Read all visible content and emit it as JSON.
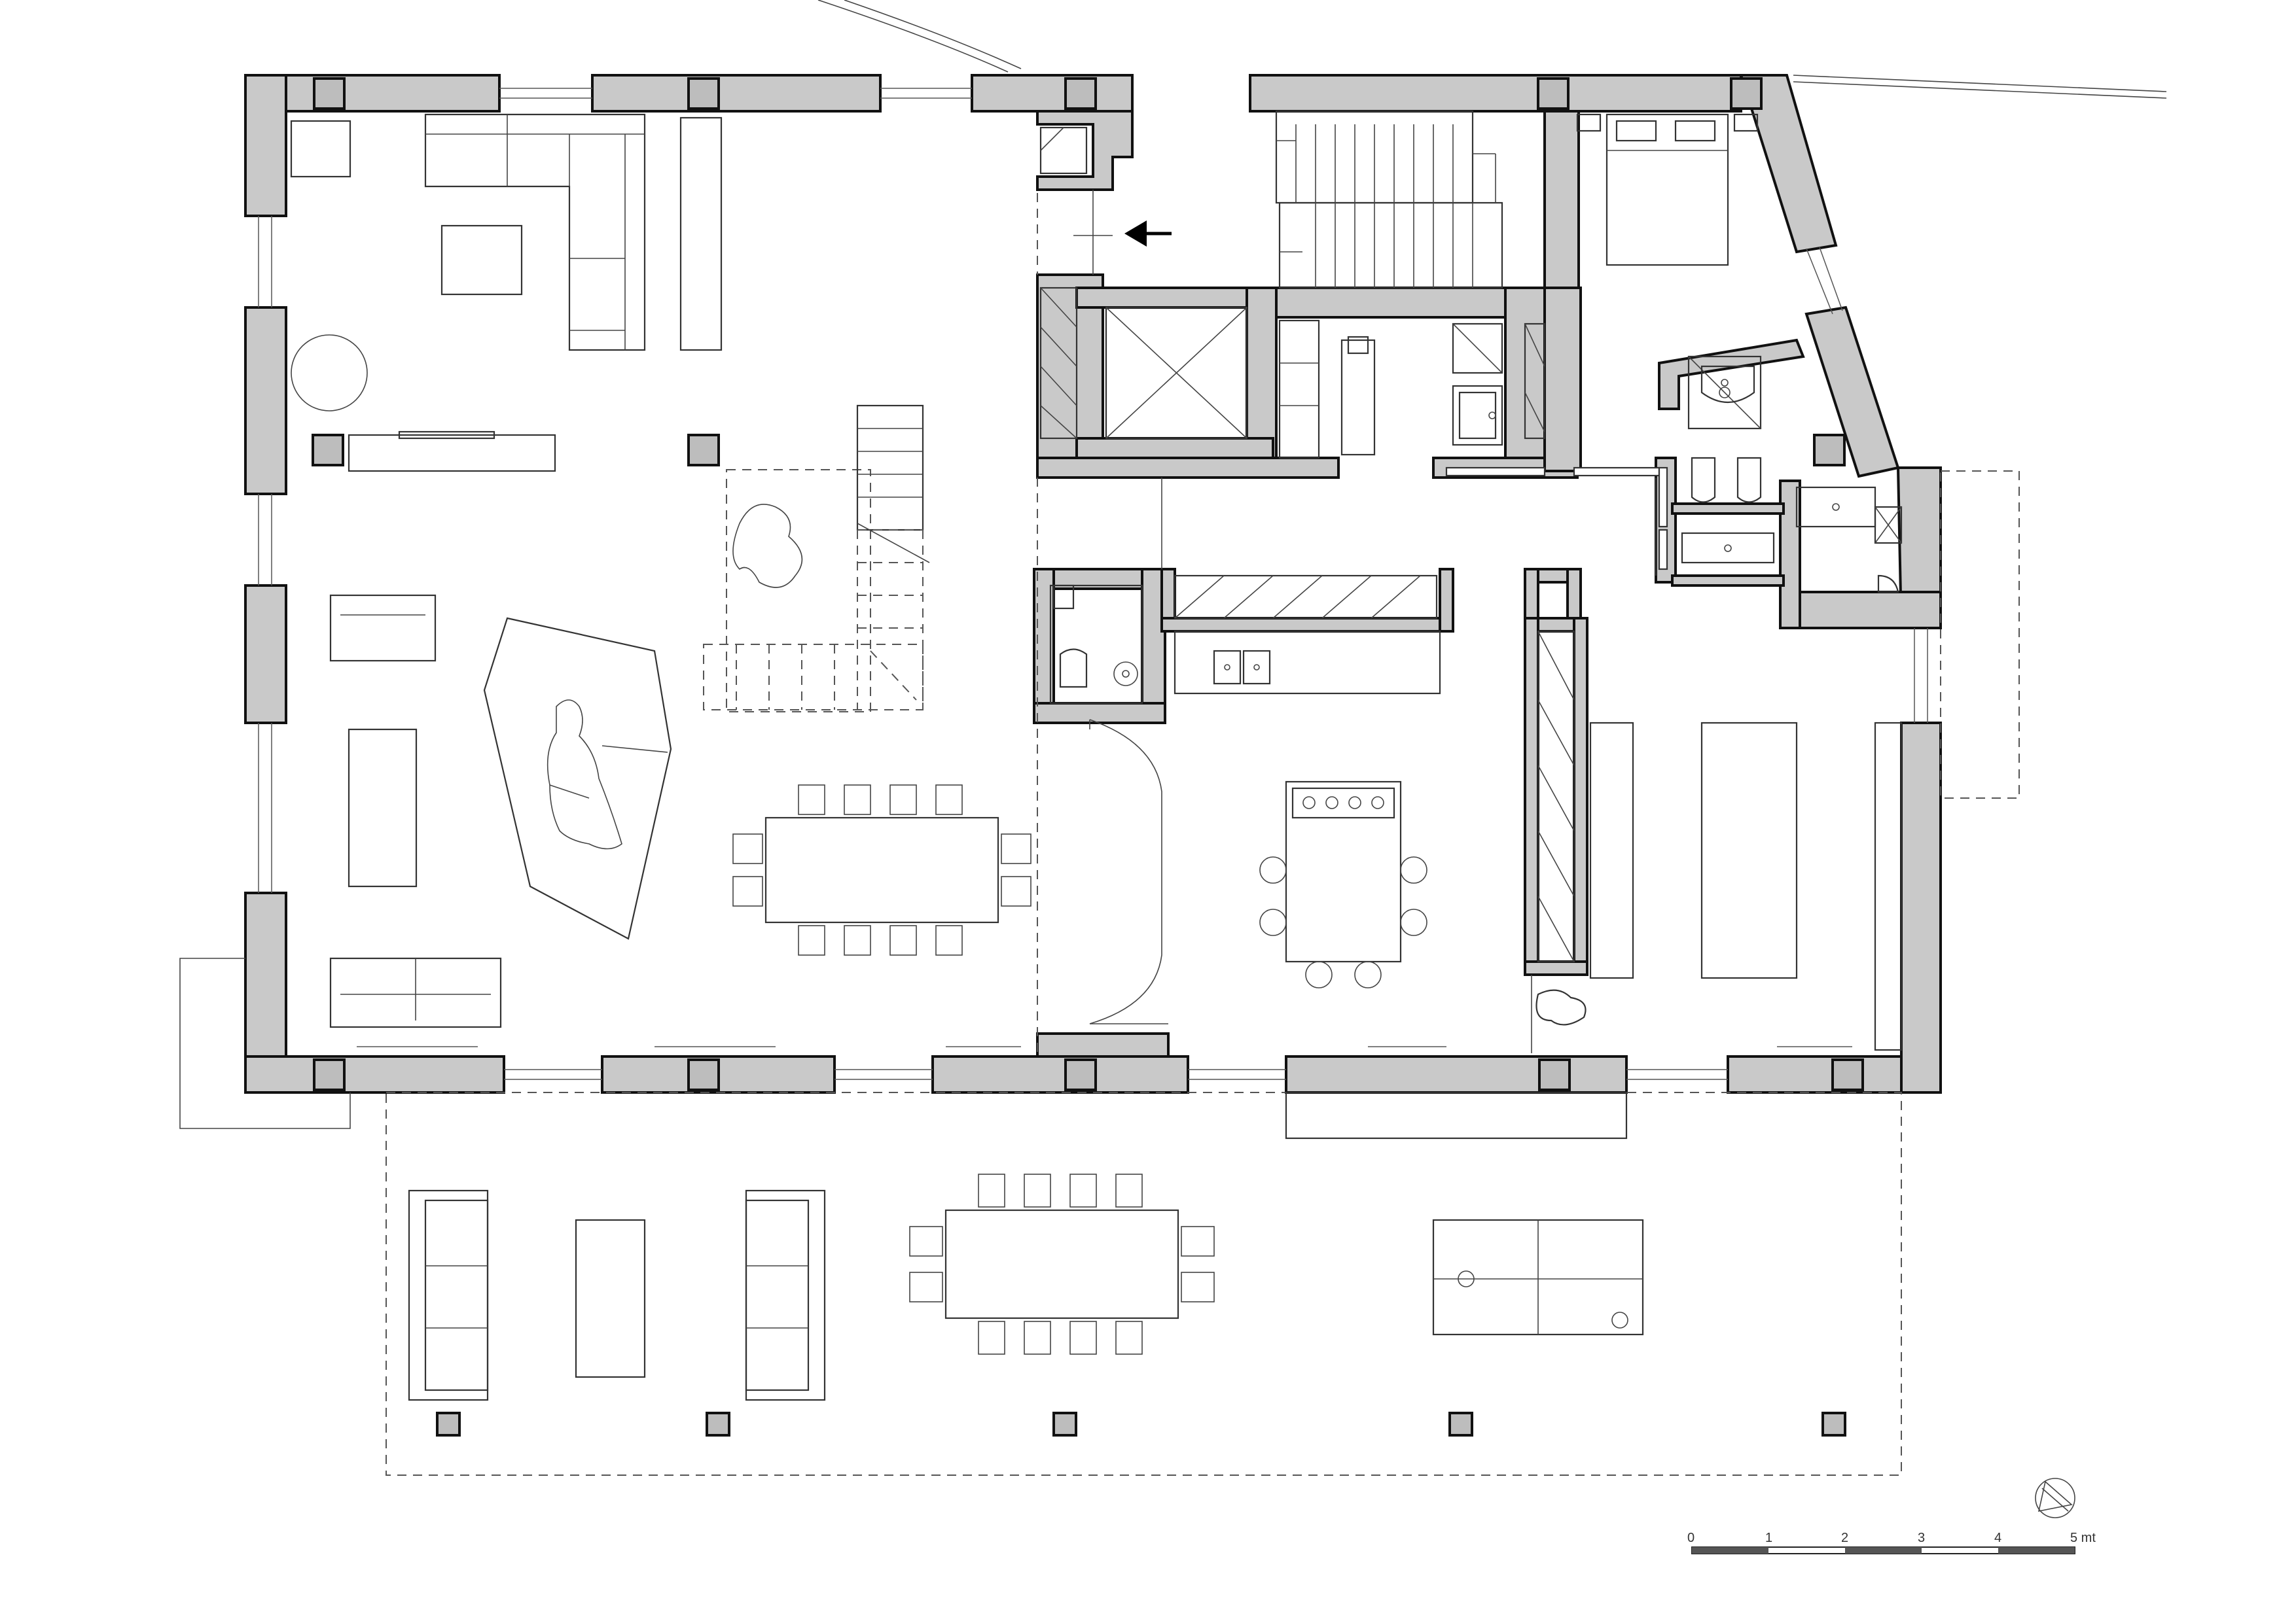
{
  "drawing": {
    "type": "floor plan",
    "north_arrow_icon": "north-arrow-icon",
    "entrance_arrow_icon": "arrow-left-icon"
  },
  "scale_bar": {
    "labels": [
      "0",
      "1",
      "2",
      "3",
      "4",
      "5 mt"
    ]
  },
  "colors": {
    "wall_fill": "#c9c9c9",
    "line": "#111111",
    "background": "#ffffff"
  }
}
